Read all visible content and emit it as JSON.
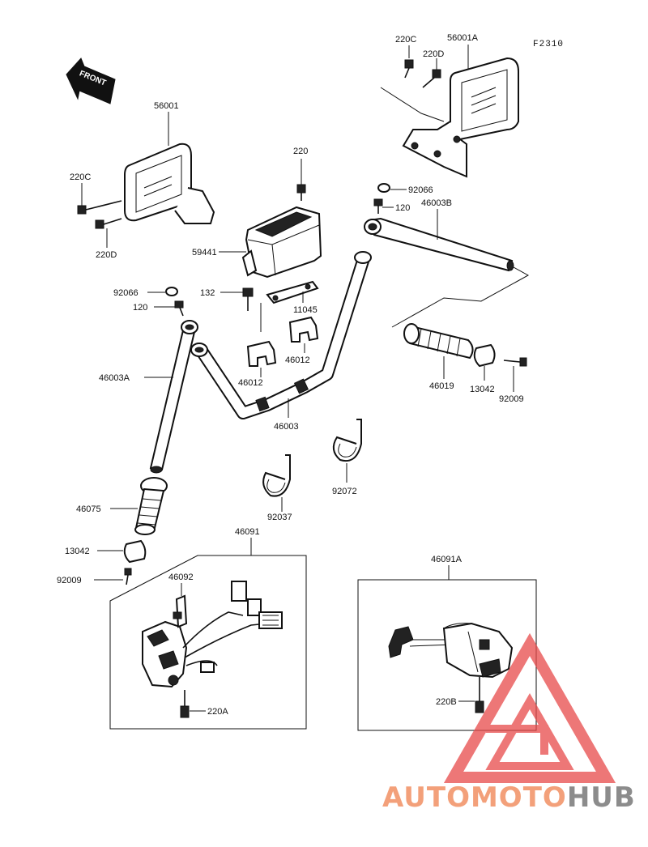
{
  "figure_code": "F2310",
  "front_label": "FRONT",
  "parts": {
    "p56001": "56001",
    "p56001A": "56001A",
    "p220C_left": "220C",
    "p220D_left": "220D",
    "p220C_right": "220C",
    "p220D_right": "220D",
    "p220_top": "220",
    "p59441": "59441",
    "p132": "132",
    "p11045": "11045",
    "p92066_left": "92066",
    "p120_left": "120",
    "p92066_right": "92066",
    "p120_right": "120",
    "p46003B": "46003B",
    "p46003A": "46003A",
    "p46003": "46003",
    "p46012_left": "46012",
    "p46012_right": "46012",
    "p46019": "46019",
    "p13042_right": "13042",
    "p92009_right": "92009",
    "p92072": "92072",
    "p92037": "92037",
    "p46075": "46075",
    "p13042_left": "13042",
    "p92009_left": "92009",
    "p46091": "46091",
    "p46092": "46092",
    "p220A": "220A",
    "p46091A": "46091A",
    "p220B": "220B"
  },
  "watermark": {
    "part1": "AUTOMOTO",
    "part2": "HUB",
    "color1": "#f3a07a",
    "color2": "#8c8c8c",
    "logo_color": "#e84a4a"
  }
}
